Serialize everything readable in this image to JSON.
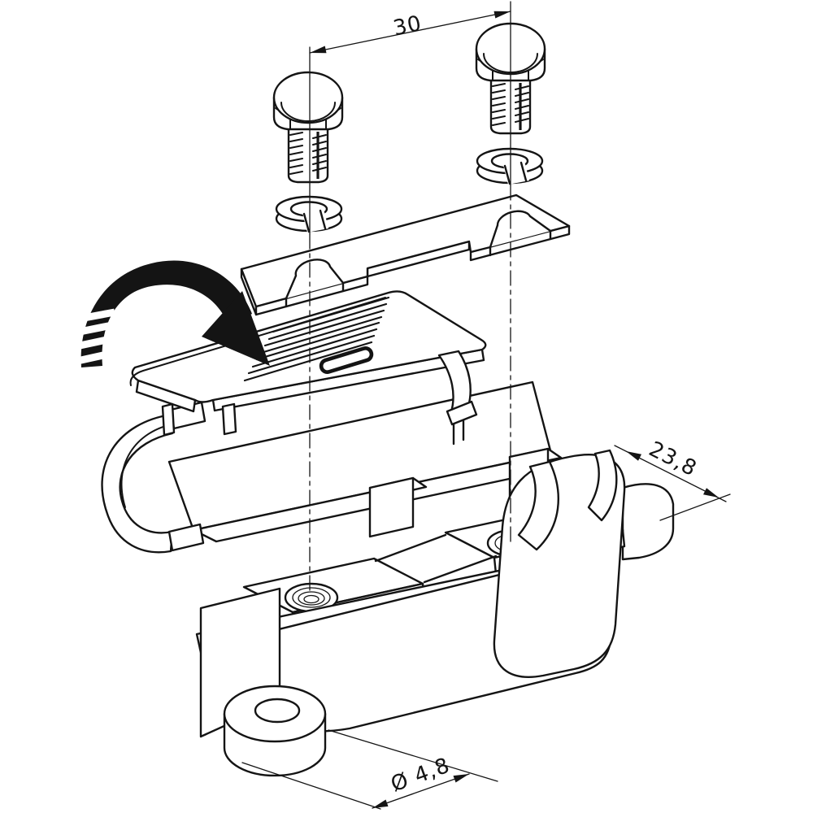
{
  "page": {
    "background": "#ffffff",
    "line_color": "#141414"
  },
  "drawing": {
    "type": "exploded-assembly-technical-drawing",
    "subject": "strip-fuse holder housing with screw-on cover",
    "annotations": {
      "bolt_spacing": "30",
      "clamp_width": "23,8",
      "foot_hole_diameter": "Ø 4,8"
    },
    "parts": [
      {
        "name": "hex-bolt-left"
      },
      {
        "name": "hex-bolt-right"
      },
      {
        "name": "spring-lock-washer-left"
      },
      {
        "name": "spring-lock-washer-right"
      },
      {
        "name": "fuse-strip"
      },
      {
        "name": "cover-lid"
      },
      {
        "name": "housing-base"
      },
      {
        "name": "cable-clamp-left"
      },
      {
        "name": "cable-clamp-right"
      },
      {
        "name": "mounting-foot"
      },
      {
        "name": "close-rotation-arrow"
      }
    ]
  }
}
